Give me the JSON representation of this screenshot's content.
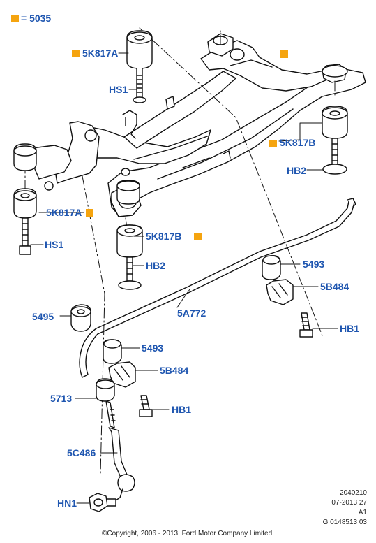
{
  "legend": {
    "text": "= 5035",
    "color": "#f5a40f"
  },
  "labels": {
    "k817a_top": "5K817A",
    "hs1_top": "HS1",
    "k817b_right": "5K817B",
    "hb2_right": "HB2",
    "k817a_left": "5K817A",
    "hs1_left": "HS1",
    "k817b_mid": "5K817B",
    "hb2_mid": "HB2",
    "p5493_right": "5493",
    "p5b484_right": "5B484",
    "p5a772": "5A772",
    "p5495": "5495",
    "hb1_right": "HB1",
    "p5493_mid": "5493",
    "p5b484_mid": "5B484",
    "p5713": "5713",
    "hb1_mid": "HB1",
    "p5c486": "5C486",
    "hn1": "HN1"
  },
  "footer": {
    "ref1": "2040210",
    "ref2": "07-2013 27",
    "ref3": "A1",
    "ref4": "G 0148513 03",
    "copyright": "©Copyright, 2006 - 2013, Ford Motor Company Limited"
  },
  "colors": {
    "label": "#1f56b0",
    "marker": "#f5a40f",
    "line": "#111111"
  }
}
